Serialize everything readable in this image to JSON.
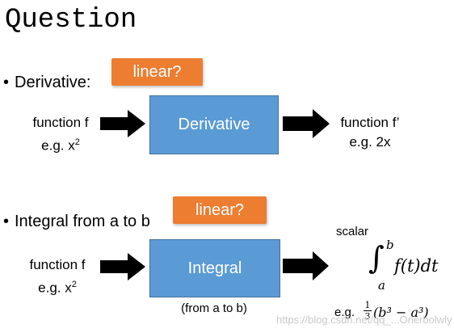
{
  "title": "Question",
  "section1": {
    "bullet": "•",
    "label": "Derivative:",
    "tag": "linear?",
    "input_line1": "function f",
    "input_line2_prefix": "e.g. x",
    "input_line2_sup": "2",
    "box_label": "Derivative",
    "output_line1": "function f’",
    "output_line2": "e.g. 2x"
  },
  "section2": {
    "bullet": "•",
    "label": "Integral from a to b",
    "tag": "linear?",
    "input_line1": "function f",
    "input_line2_prefix": "e.g. x",
    "input_line2_sup": "2",
    "box_label": "Integral",
    "box_caption": "(from a to b)",
    "output_caption": "scalar",
    "integral_upper": "b",
    "integral_lower": "a",
    "integral_body": "f(t)dt",
    "example_prefix": "e.g.",
    "example_frac_num": "1",
    "example_frac_den": "3",
    "example_expr": "(b³ − a³)"
  },
  "watermark": "https://blog.csdn.net/qq_...Onerbolwly",
  "colors": {
    "tag": "#ed7d31",
    "box": "#5b9bd5",
    "arrow": "#000000"
  }
}
